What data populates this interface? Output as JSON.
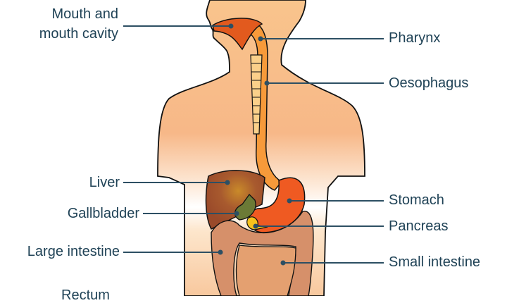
{
  "labels": {
    "mouth": [
      "Mouth and",
      "mouth cavity"
    ],
    "pharynx": "Pharynx",
    "oesophagus": "Oesophagus",
    "liver": "Liver",
    "gallbladder": "Gallbladder",
    "large_intestine": "Large intestine",
    "stomach": "Stomach",
    "pancreas": "Pancreas",
    "small_intestine": "Small intestine",
    "rectum": "Rectum"
  },
  "colors": {
    "label_text": "#1f4256",
    "leader_line": "#2d4f63",
    "skin": "#f8bf8a",
    "liver": "#a3502c",
    "gallbladder": "#6b7a36",
    "stomach": "#ef5a22",
    "oesophagus": "#f79a3a",
    "pancreas": "#f6c21c",
    "intestine": "#d6906a"
  }
}
